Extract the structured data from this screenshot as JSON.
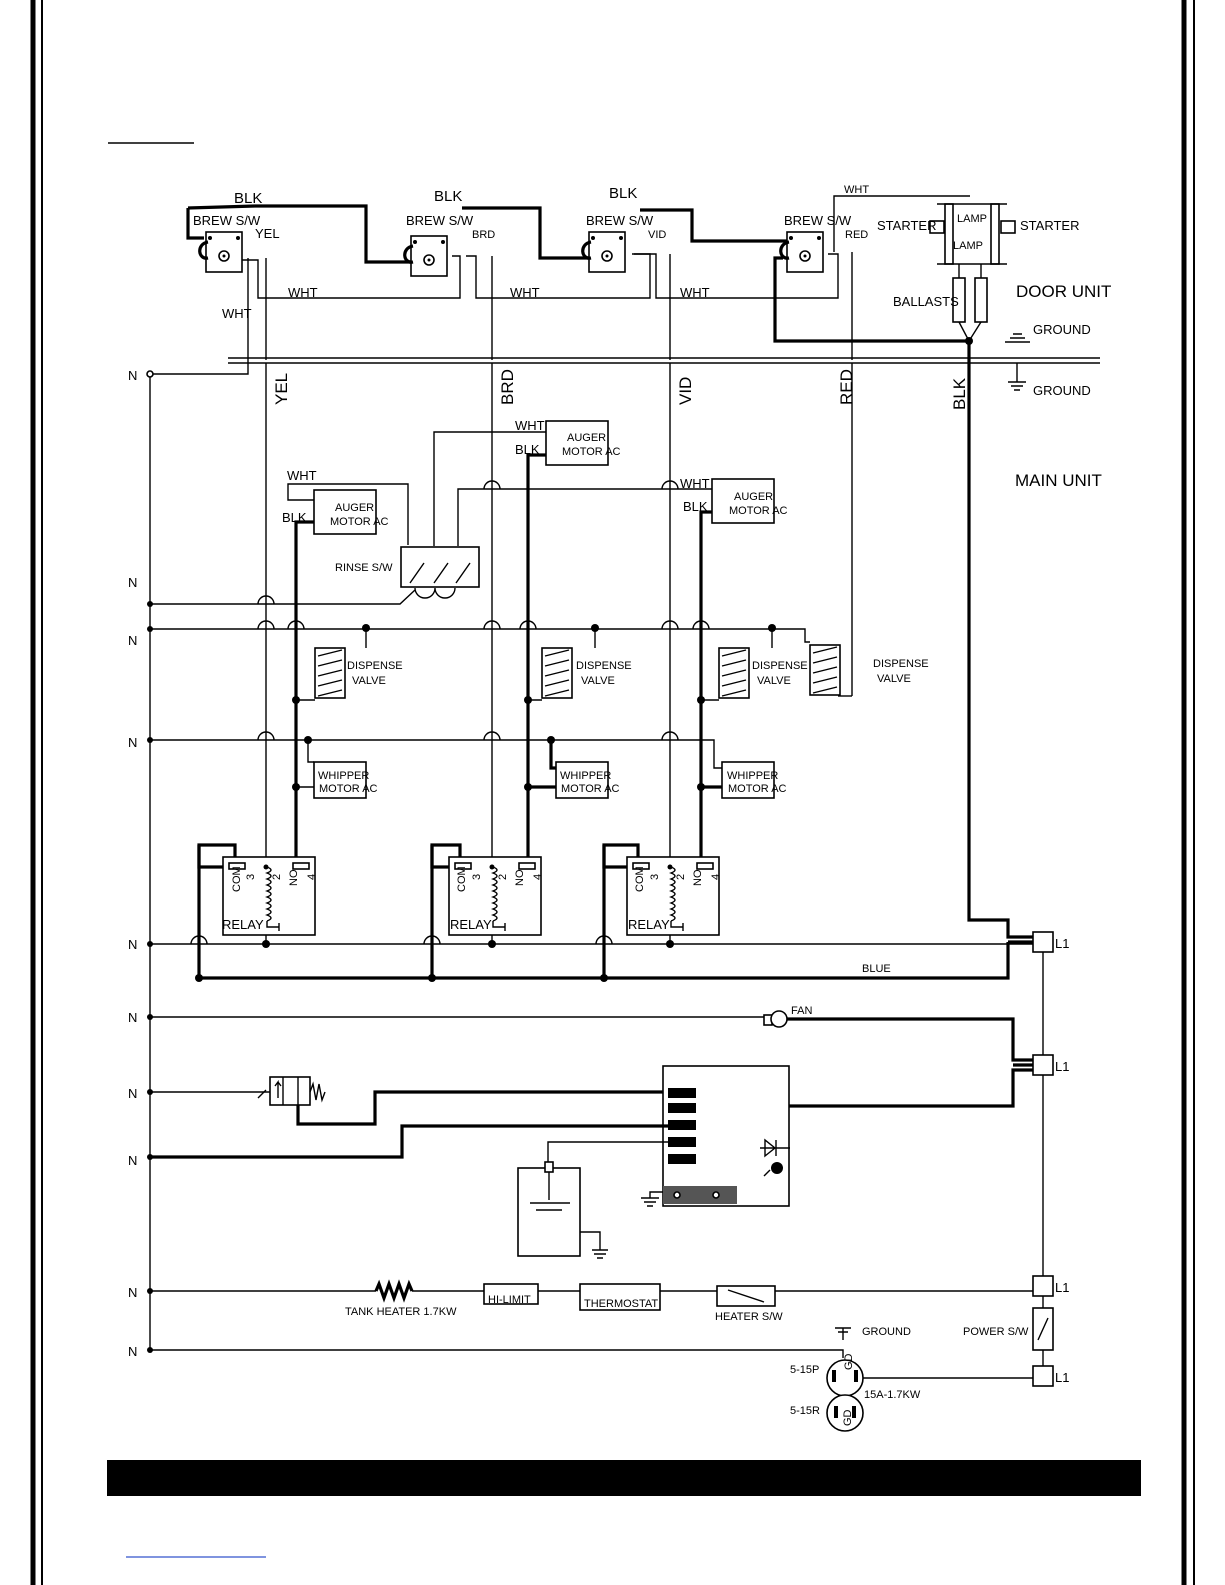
{
  "labels": {
    "blk": "BLK",
    "wht": "WHT",
    "yel": "YEL",
    "brd": "BRD",
    "vid": "VID",
    "red": "RED",
    "brew_sw": "BREW S/W",
    "starter": "STARTER",
    "lamp": "LAMP",
    "ballasts": "BALLASTS",
    "door_unit": "DOOR UNIT",
    "main_unit": "MAIN UNIT",
    "ground": "GROUND",
    "n": "N",
    "l1": "L1",
    "auger_1": "AUGER",
    "auger_2": "MOTOR AC",
    "rinse_sw": "RINSE S/W",
    "dispense_1": "DISPENSE",
    "dispense_2": "VALVE",
    "whipper_1": "WHIPPER",
    "whipper_2": "MOTOR AC",
    "com": "COM",
    "no": "NO",
    "n3": "3",
    "n2": "2",
    "n4": "4",
    "relay": "RELAY",
    "blue": "BLUE",
    "fan": "FAN",
    "tank_heater": "TANK HEATER 1.7KW",
    "hi_limit": "HI-LIMIT",
    "thermostat": "THERMOSTAT",
    "heater_sw": "HEATER S/W",
    "power_sw": "POWER S/W",
    "p515": "5-15P",
    "r515": "5-15R",
    "rating": "15A-1.7KW",
    "gd": "GD"
  }
}
